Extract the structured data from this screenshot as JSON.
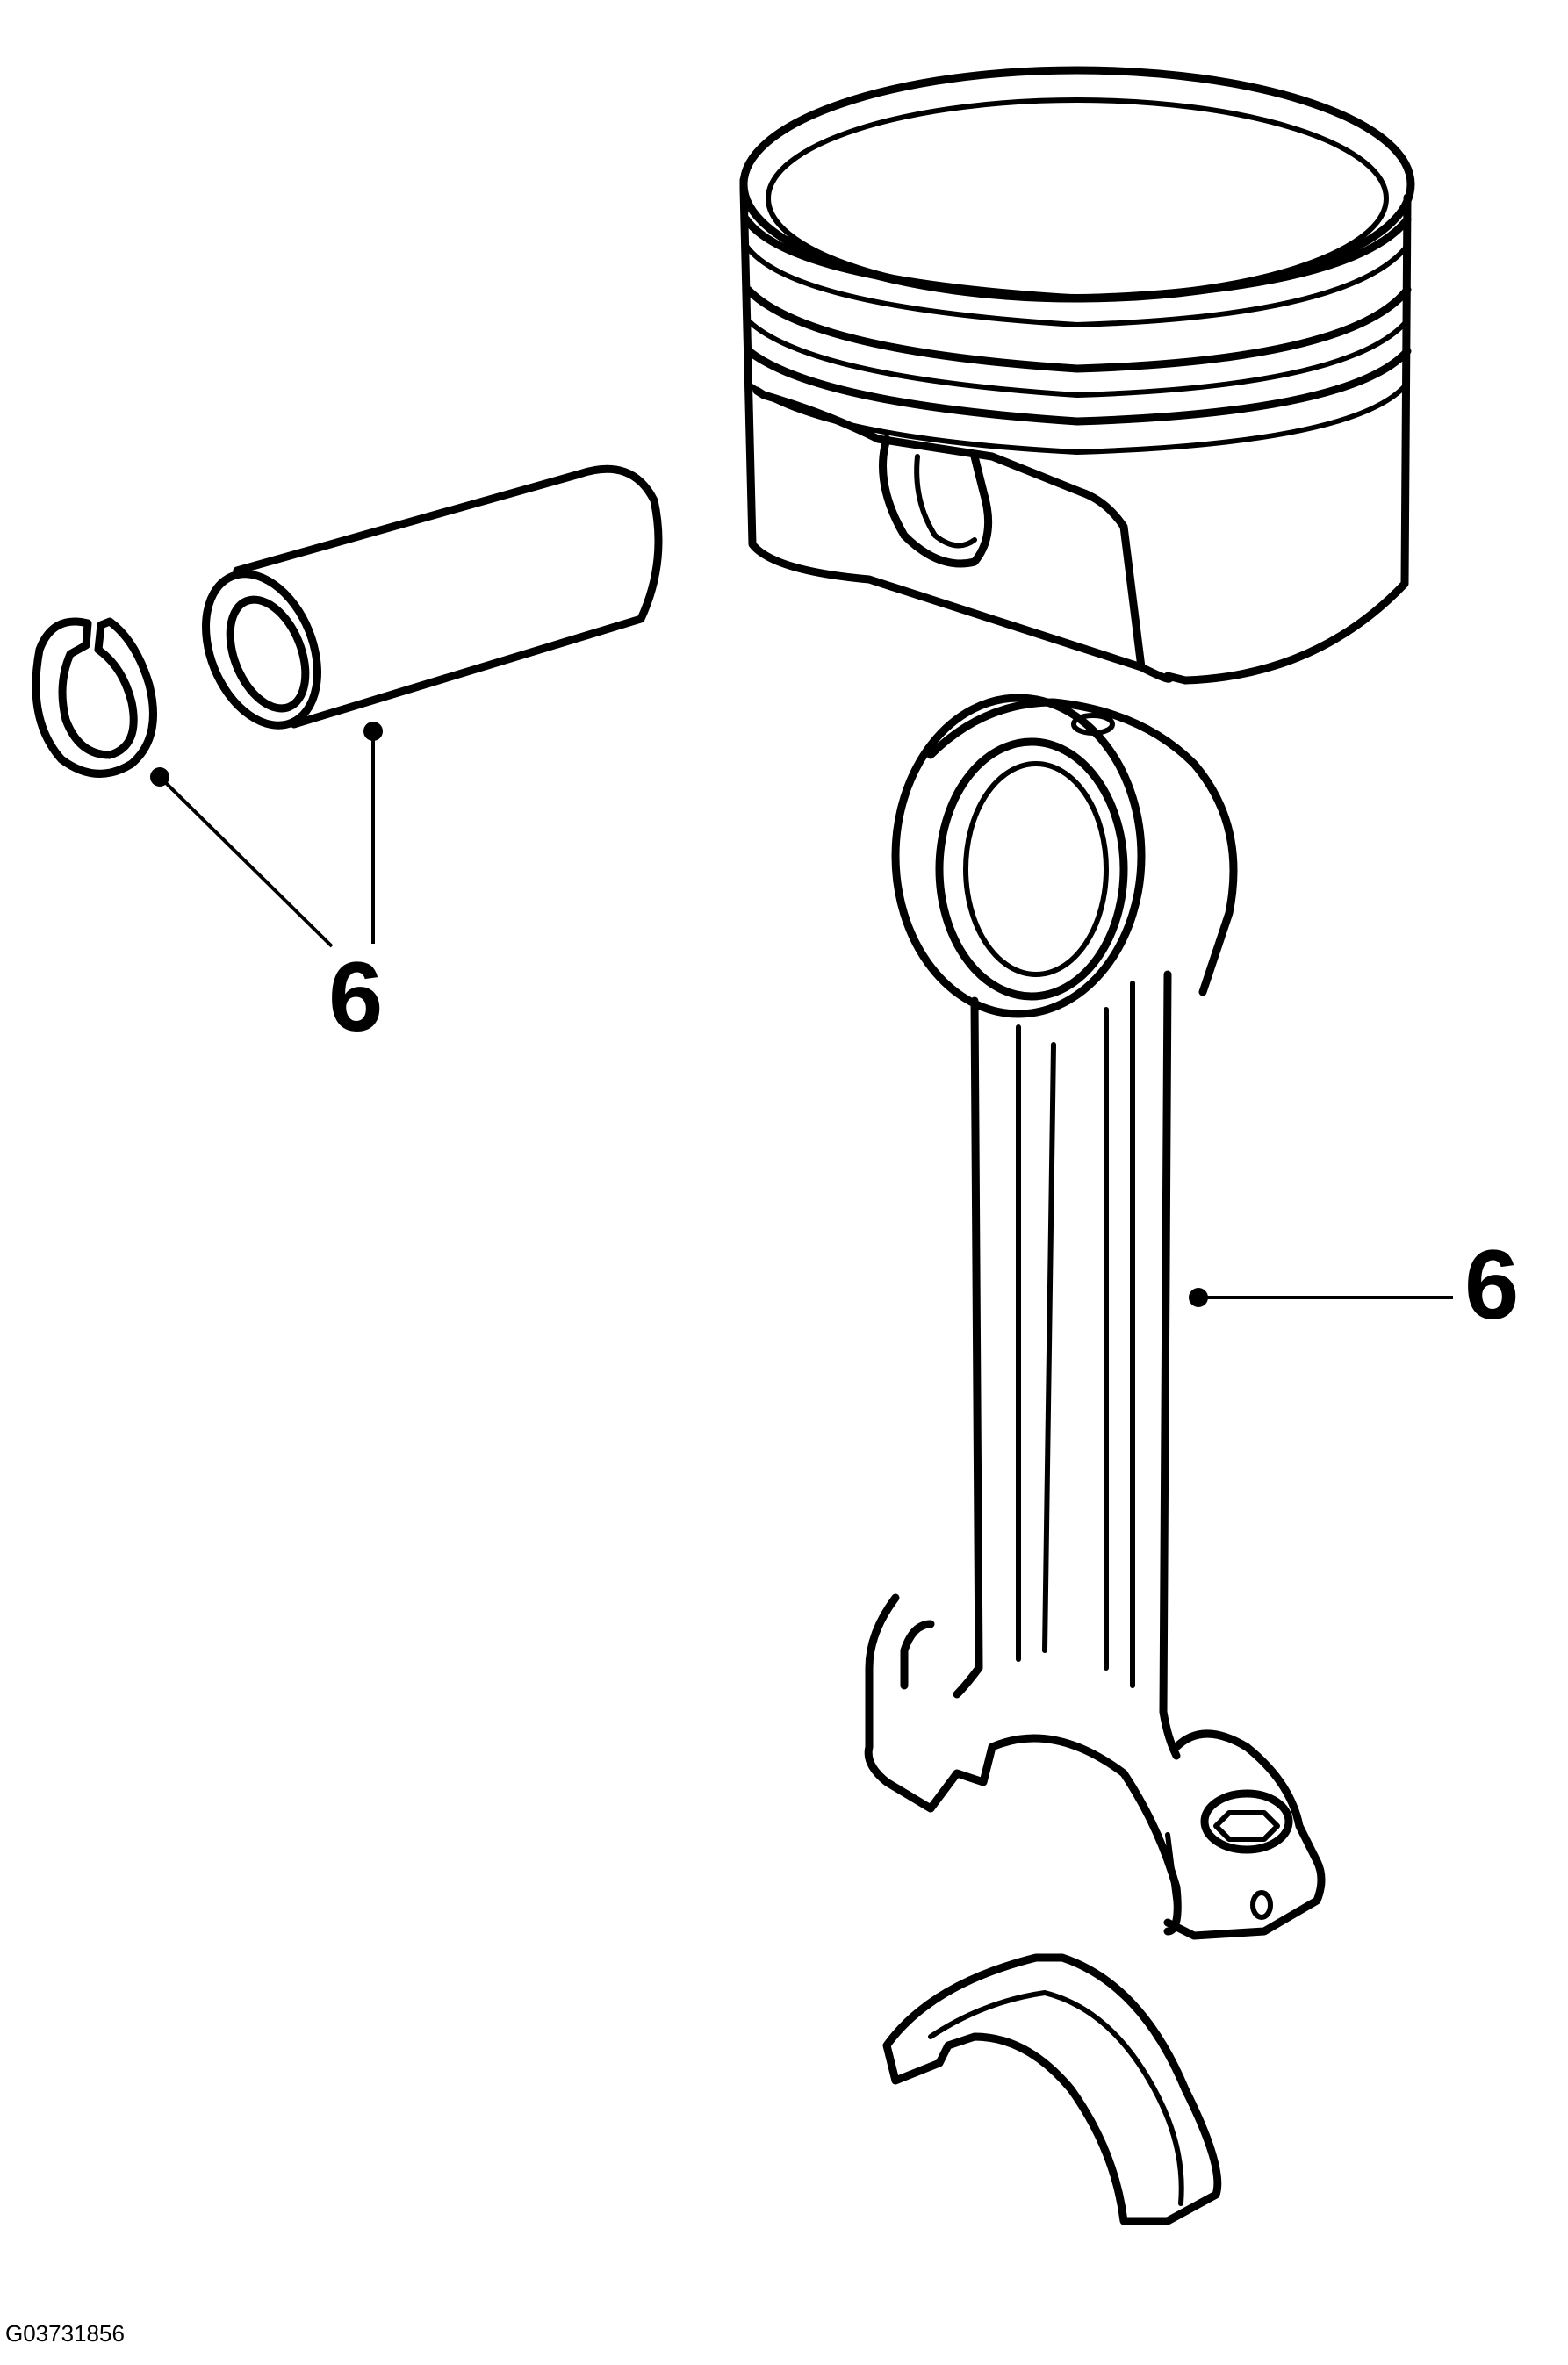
{
  "diagram": {
    "callouts": [
      {
        "id": "left",
        "label": "6"
      },
      {
        "id": "right",
        "label": "6"
      }
    ],
    "figure_id": "G03731856"
  }
}
